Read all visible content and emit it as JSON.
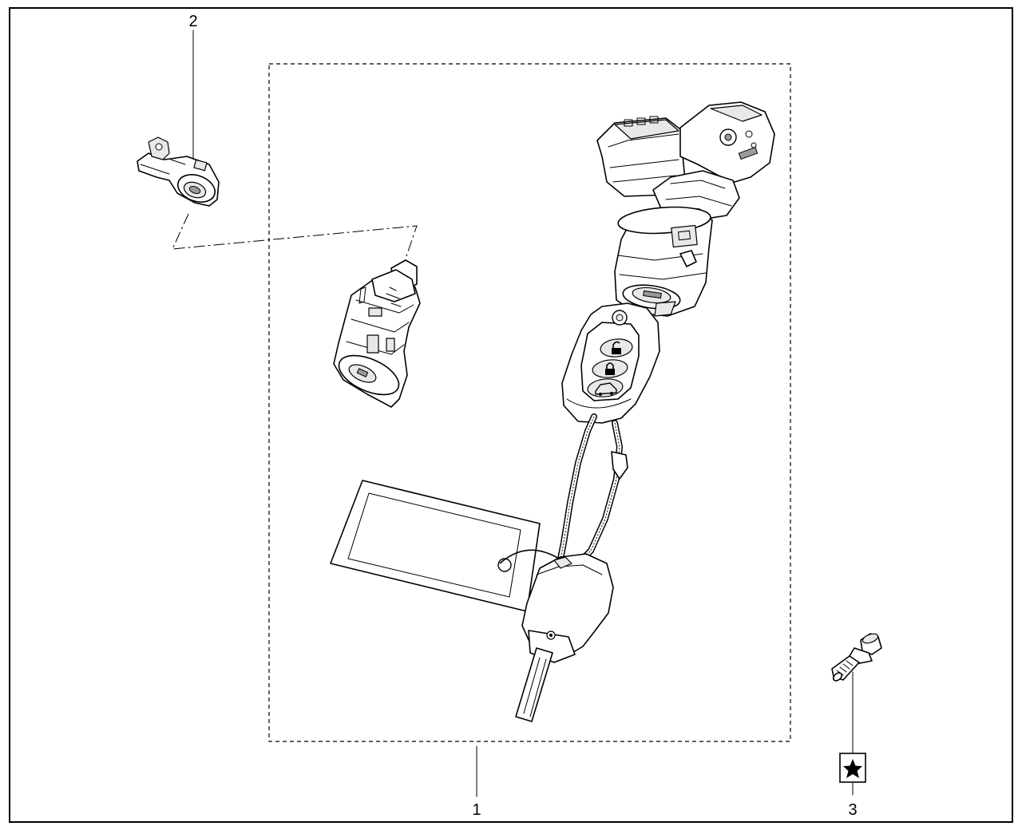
{
  "callouts": {
    "part_1": "1",
    "part_2": "2",
    "part_3": "3"
  },
  "symbols": {
    "part_3_marker": "star-in-box"
  },
  "colors": {
    "line": "#000000",
    "background": "#ffffff"
  }
}
